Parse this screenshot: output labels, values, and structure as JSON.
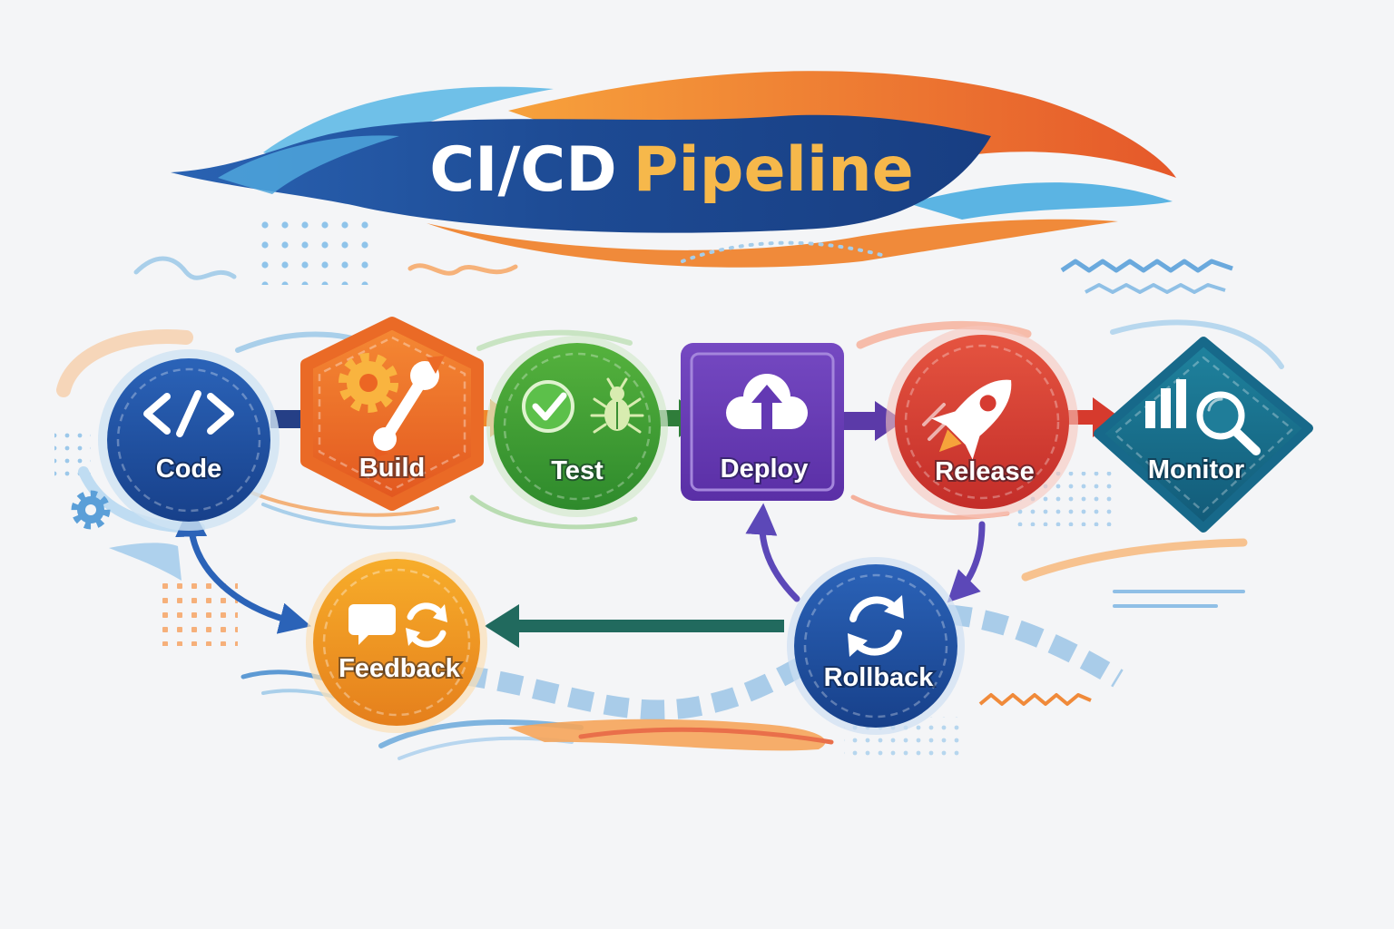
{
  "title": {
    "lead": "CI/CD",
    "tail": "Pipeline"
  },
  "colors": {
    "background": "#f4f5f7",
    "title_band": "#1d4a93",
    "title_lead": "#ffffff",
    "title_tail": "#f6b84b",
    "swoosh_orange": "#f07a2f",
    "swoosh_blue": "#5bb4e3"
  },
  "stages": {
    "code": {
      "label": "Code",
      "icon": "code-brackets-icon",
      "color": "#1f4fa0",
      "shape": "circle"
    },
    "build": {
      "label": "Build",
      "icon": "gear-wrench-icon",
      "color": "#ee6a26",
      "shape": "hexagon"
    },
    "test": {
      "label": "Test",
      "icon": "check-bug-icon",
      "color": "#3a9a34",
      "shape": "circle"
    },
    "deploy": {
      "label": "Deploy",
      "icon": "cloud-upload-icon",
      "color": "#6339b3",
      "shape": "rounded-square"
    },
    "release": {
      "label": "Release",
      "icon": "rocket-icon",
      "color": "#d63b31",
      "shape": "circle"
    },
    "monitor": {
      "label": "Monitor",
      "icon": "chart-magnifier-icon",
      "color": "#17698a",
      "shape": "diamond"
    },
    "feedback": {
      "label": "Feedback",
      "icon": "chat-refresh-icon",
      "color": "#f0961f",
      "shape": "circle"
    },
    "rollback": {
      "label": "Rollback",
      "icon": "refresh-icon",
      "color": "#1f4d9a",
      "shape": "circle"
    }
  }
}
